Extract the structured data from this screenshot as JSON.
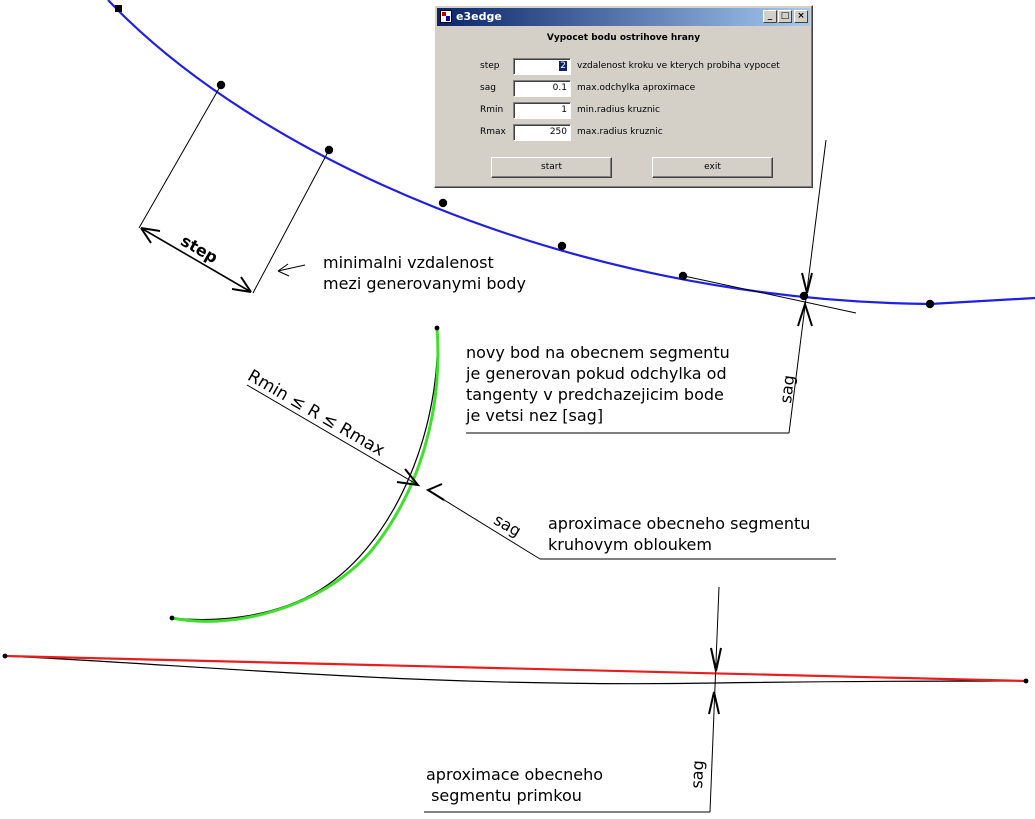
{
  "window": {
    "title": "e3edge",
    "minimize": "_",
    "maximize": "□",
    "close": "×",
    "heading": "Vypocet bodu ostrihove hrany",
    "params": [
      {
        "label": "step",
        "value": "2",
        "desc": "vzdalenost kroku ve kterych probiha vypocet"
      },
      {
        "label": "sag",
        "value": "0.1",
        "desc": "max.odchylka aproximace"
      },
      {
        "label": "Rmin",
        "value": "1",
        "desc": "min.radius kruznic"
      },
      {
        "label": "Rmax",
        "value": "250",
        "desc": "max.radius kruznic"
      }
    ],
    "start_label": "start",
    "exit_label": "exit"
  },
  "annotations": {
    "step_label": "step",
    "step_note": "minimalni vzdalenost\nmezi generovanymi body",
    "sag_label_top": "sag",
    "sag_note": "novy bod na obecnem segmentu\nje generovan pokud odchylka od\ntangenty v predchazejicim bode\nje vetsi nez [sag]",
    "radius_label": "Rmin ≤ R ≤ Rmax",
    "sag_label_mid": "sag",
    "arc_note": "aproximace obecneho segmentu\nkruhovym obloukem",
    "sag_label_bottom": "sag",
    "line_note": "aproximace obecneho\n segmentu primkou"
  },
  "colors": {
    "curve": "#1f1fe6",
    "arc": "#3de02a",
    "line": "#e81e1e",
    "ink": "#000000",
    "dialog_bg": "#d4d0c8",
    "titlebar": "#0a246a"
  }
}
